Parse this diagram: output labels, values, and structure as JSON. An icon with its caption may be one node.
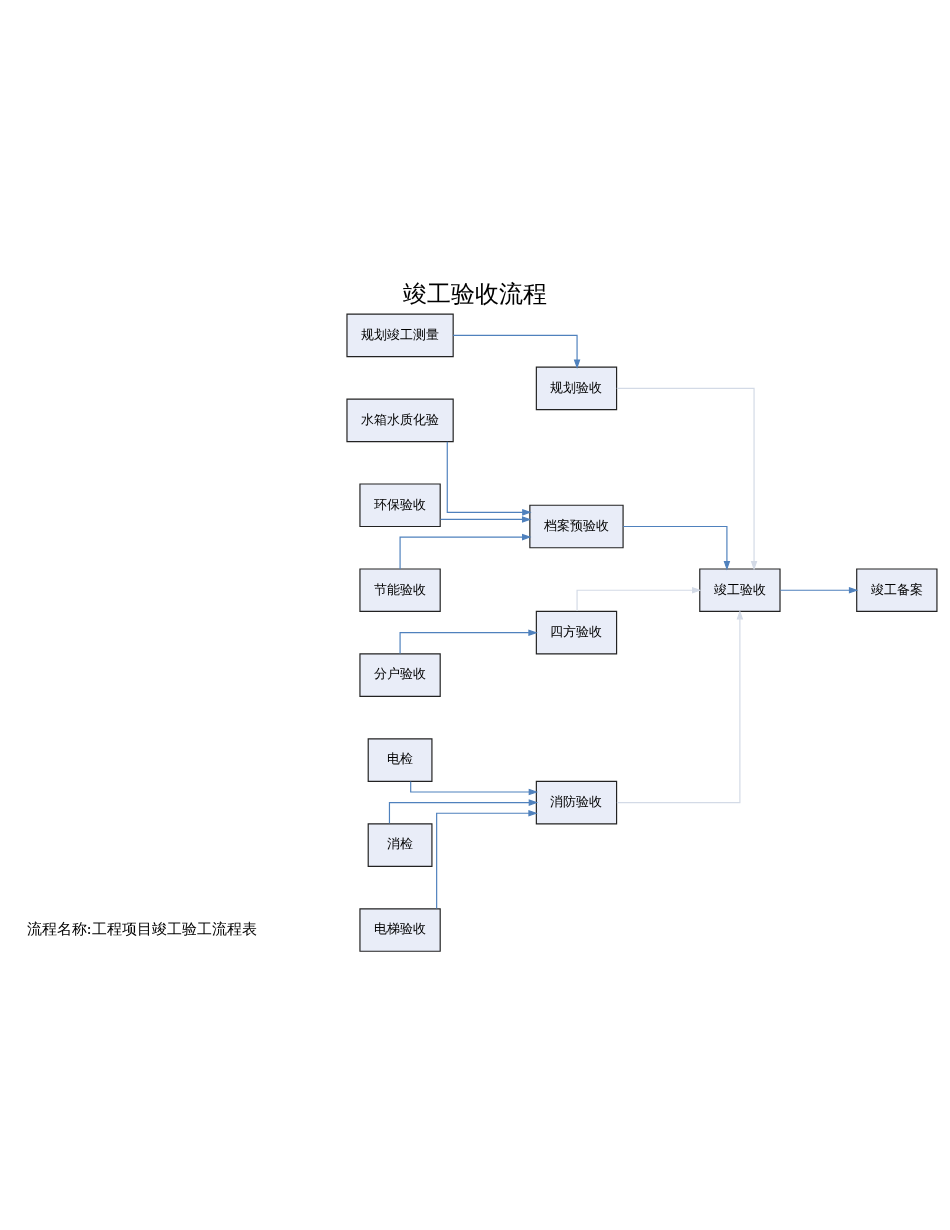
{
  "diagram": {
    "title": "竣工验收流程",
    "nodes": [
      {
        "text": [
          "电梯验收"
        ]
      },
      {
        "text": [
          "电检"
        ]
      },
      {
        "text": [
          "消检"
        ]
      },
      {
        "text": [
          "规划竣工测量"
        ]
      },
      {
        "text": [
          "消防验收"
        ]
      },
      {
        "text": [
          "水箱水质化验"
        ]
      },
      {
        "text": [
          "环保验收"
        ]
      },
      {
        "text": [
          "节能验收"
        ]
      },
      {
        "text": [
          "规划验收"
        ]
      },
      {
        "text": [
          "档案预验收"
        ]
      },
      {
        "text": [
          "分户验收"
        ]
      },
      {
        "text": [
          "四方验收"
        ]
      },
      {
        "text": [
          "竣工验收"
        ]
      },
      {
        "text": [
          "竣工备案"
        ]
      }
    ],
    "edges": [
      {
        "from": 0,
        "to": 4,
        "arrow": "to"
      },
      {
        "from": 1,
        "to": 4,
        "arrow": "to"
      },
      {
        "from": 2,
        "to": 4,
        "arrow": "to"
      },
      {
        "from": 3,
        "to": 8,
        "arrow": "to"
      },
      {
        "from": 5,
        "to": 9,
        "arrow": "to"
      },
      {
        "from": 6,
        "to": 9,
        "arrow": "to"
      },
      {
        "from": 7,
        "to": 9,
        "arrow": "to"
      },
      {
        "from": 10,
        "to": 11,
        "arrow": "to"
      },
      {
        "from": 4,
        "to": 12,
        "arrow": "to",
        "color": "#d3dae6"
      },
      {
        "from": 8,
        "to": 12,
        "arrow": "to",
        "color": "#d3dae6"
      },
      {
        "from": 9,
        "to": 12,
        "arrow": "to"
      },
      {
        "from": 11,
        "to": 12,
        "arrow": "to",
        "color": "#d3dae6"
      },
      {
        "from": 12,
        "to": 13,
        "arrow": "to"
      }
    ],
    "labels": [
      "流程名称:工程项目竣工验工流程表"
    ]
  }
}
